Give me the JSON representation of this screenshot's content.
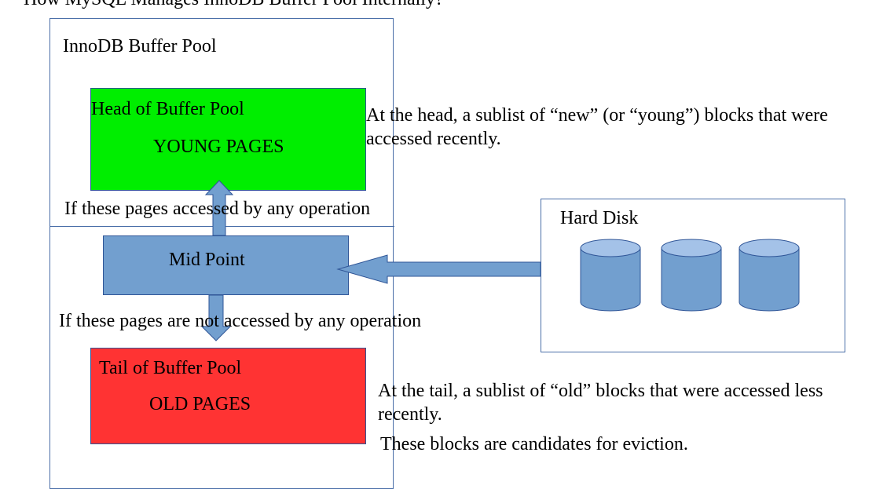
{
  "page_title": "How MySQL Manages InnoDB Buffer Pool Internally?",
  "pool": {
    "title": "InnoDB Buffer Pool",
    "young": {
      "heading": "Head of Buffer Pool",
      "label": "YOUNG PAGES"
    },
    "mid": {
      "label": "Mid Point"
    },
    "old": {
      "heading": "Tail of Buffer Pool",
      "label": "OLD PAGES"
    }
  },
  "transitions": {
    "accessed": "If these pages accessed by any operation",
    "not_accessed": "If these pages are not accessed by any operation"
  },
  "notes": {
    "head": "At the head, a sublist of “new” (or “young”) blocks that were accessed recently.",
    "tail": "At the tail, a sublist of “old” blocks that were accessed less recently.",
    "eviction": "These blocks are candidates for eviction."
  },
  "disk": {
    "title": "Hard Disk",
    "icon": "disk-cylinder-icon"
  },
  "colors": {
    "young": "#00ee00",
    "old": "#ff3333",
    "mid": "#729fcf",
    "cylinder_top": "#a4c2e8",
    "border": "#2f5597"
  }
}
